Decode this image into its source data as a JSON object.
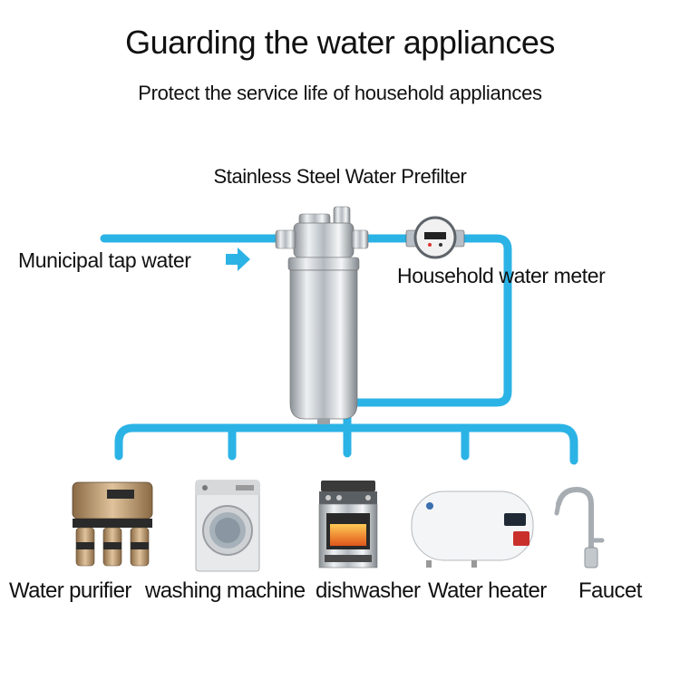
{
  "header": {
    "title": "Guarding the water appliances",
    "subtitle": "Protect the service life of household appliances"
  },
  "labels": {
    "prefilter": "Stainless Steel Water Prefilter",
    "municipal": "Municipal tap water",
    "meter": "Household water meter"
  },
  "appliances": [
    {
      "label": "Water purifier",
      "icon": "water-purifier-icon"
    },
    {
      "label": "washing machine",
      "icon": "washing-machine-icon"
    },
    {
      "label": "dishwasher",
      "icon": "dishwasher-icon"
    },
    {
      "label": "Water heater",
      "icon": "water-heater-icon"
    },
    {
      "label": "Faucet",
      "icon": "faucet-icon"
    }
  ],
  "colors": {
    "pipe": "#2bb3e6",
    "arrow": "#2bb3e6",
    "steel": "#c9ced3"
  }
}
